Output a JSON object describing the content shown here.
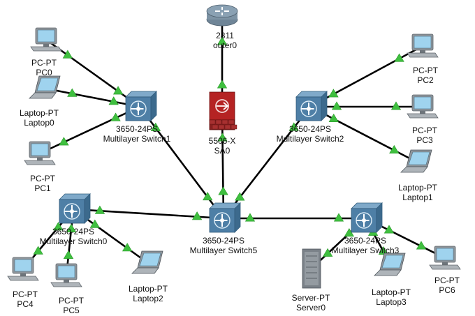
{
  "devices": [
    {
      "id": "router0",
      "type": "router",
      "model": "2811",
      "name": "outer0"
    },
    {
      "id": "sa0",
      "type": "firewall",
      "model": "5506-X",
      "name": "SA0"
    },
    {
      "id": "pc0",
      "type": "pc",
      "model": "PC-PT",
      "name": "PC0"
    },
    {
      "id": "laptop0",
      "type": "laptop",
      "model": "Laptop-PT",
      "name": "Laptop0"
    },
    {
      "id": "pc1",
      "type": "pc",
      "model": "PC-PT",
      "name": "PC1"
    },
    {
      "id": "msw1",
      "type": "switch",
      "model": "3650-24PS",
      "name": "Multilayer Switch1"
    },
    {
      "id": "msw2",
      "type": "switch",
      "model": "3650-24PS",
      "name": "Multilayer Switch2"
    },
    {
      "id": "pc2",
      "type": "pc",
      "model": "PC-PT",
      "name": "PC2"
    },
    {
      "id": "pc3",
      "type": "pc",
      "model": "PC-PT",
      "name": "PC3"
    },
    {
      "id": "laptop1",
      "type": "laptop",
      "model": "Laptop-PT",
      "name": "Laptop1"
    },
    {
      "id": "msw0",
      "type": "switch",
      "model": "3650-24PS",
      "name": "Multilayer Switch0"
    },
    {
      "id": "msw5",
      "type": "switch",
      "model": "3650-24PS",
      "name": "Multilayer Switch5"
    },
    {
      "id": "msw3",
      "type": "switch",
      "model": "3650-24PS",
      "name": "Multilayer Switch3"
    },
    {
      "id": "pc4",
      "type": "pc",
      "model": "PC-PT",
      "name": "PC4"
    },
    {
      "id": "pc5",
      "type": "pc",
      "model": "PC-PT",
      "name": "PC5"
    },
    {
      "id": "laptop2",
      "type": "laptop",
      "model": "Laptop-PT",
      "name": "Laptop2"
    },
    {
      "id": "server0",
      "type": "server",
      "model": "Server-PT",
      "name": "Server0"
    },
    {
      "id": "laptop3",
      "type": "laptop",
      "model": "Laptop-PT",
      "name": "Laptop3"
    },
    {
      "id": "pc6",
      "type": "pc",
      "model": "PC-PT",
      "name": "PC6"
    }
  ],
  "links": [
    [
      "pc0",
      "msw1"
    ],
    [
      "laptop0",
      "msw1"
    ],
    [
      "pc1",
      "msw1"
    ],
    [
      "msw1",
      "msw5"
    ],
    [
      "sa0",
      "msw5"
    ],
    [
      "sa0",
      "router0"
    ],
    [
      "msw2",
      "msw5"
    ],
    [
      "msw2",
      "pc2"
    ],
    [
      "msw2",
      "pc3"
    ],
    [
      "msw2",
      "laptop1"
    ],
    [
      "msw0",
      "msw5"
    ],
    [
      "msw5",
      "msw3"
    ],
    [
      "msw0",
      "pc4"
    ],
    [
      "msw0",
      "pc5"
    ],
    [
      "msw0",
      "laptop2"
    ],
    [
      "msw3",
      "server0"
    ],
    [
      "msw3",
      "laptop3"
    ],
    [
      "msw3",
      "pc6"
    ]
  ],
  "colors": {
    "link": "#000000",
    "link_status_up": "#3fbf3f",
    "switch_body": "#4e7fa6",
    "router_body": "#8aa1b3",
    "firewall_body": "#b52323",
    "screen": "#9fd3ee",
    "device_gray": "#8f969c"
  }
}
